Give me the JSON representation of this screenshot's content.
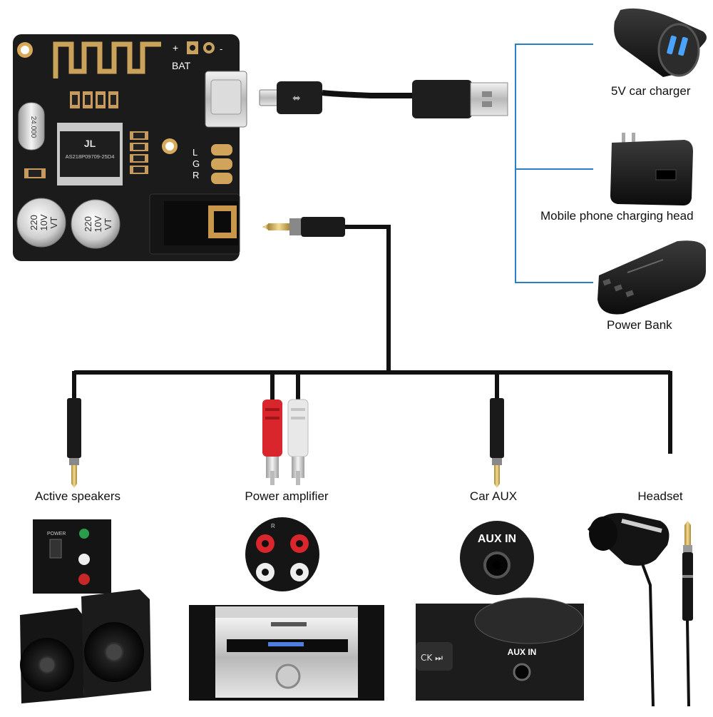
{
  "board": {
    "pin_plus": "+",
    "pin_bat": "BAT",
    "pin_minus": "-",
    "pin_l": "L",
    "pin_g": "G",
    "pin_r": "R",
    "crystal_text": "24.000",
    "chip_logo": "JL",
    "chip_text": "AS218P09709-25D4",
    "cap1_line1": "220",
    "cap1_line2": "10V",
    "cap1_line3": "VT",
    "cap2_line1": "220",
    "cap2_line2": "10V",
    "cap2_line3": "VT"
  },
  "power_sources": [
    {
      "label": "5V car charger",
      "icon": "car-charger-icon"
    },
    {
      "label": "Mobile phone charging head",
      "icon": "wall-charger-icon"
    },
    {
      "label": "Power Bank",
      "icon": "power-bank-icon"
    }
  ],
  "outputs": [
    {
      "label": "Active speakers",
      "icon": "speakers-icon",
      "panel_text": "POWER"
    },
    {
      "label": "Power amplifier",
      "icon": "amplifier-icon",
      "panel_text": "R"
    },
    {
      "label": "Car AUX",
      "icon": "aux-port-icon",
      "panel_text": "AUX IN",
      "panel_text_2": "AUX IN"
    },
    {
      "label": "Headset",
      "icon": "earphones-icon"
    }
  ],
  "colors": {
    "cable": "#111111",
    "bracket": "#2a7fc4",
    "board": "#1b1b1b",
    "rca_red": "#d9262c",
    "rca_white": "#e8e8e8",
    "gold": "#d6b25c"
  }
}
